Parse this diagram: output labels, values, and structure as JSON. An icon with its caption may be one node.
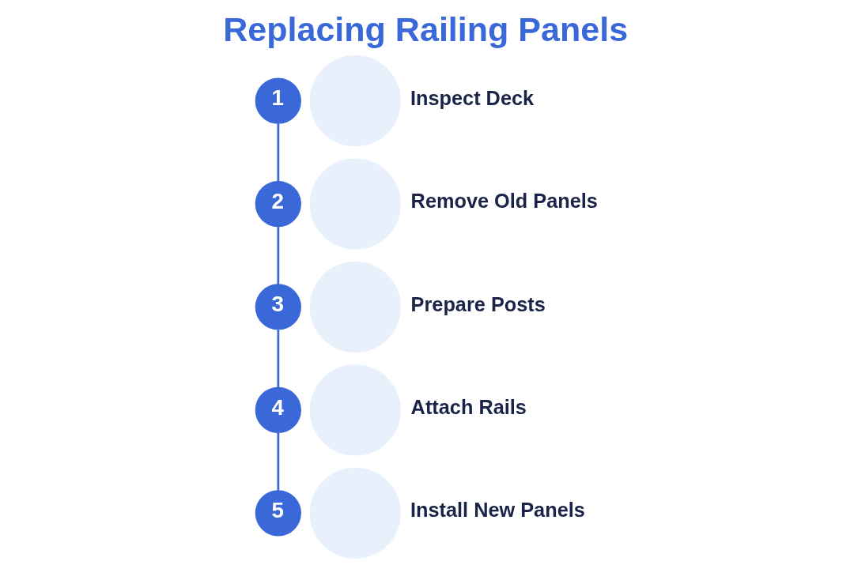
{
  "diagram": {
    "title": "Replacing Railing Panels",
    "nodes": [
      {
        "text": [
          "1"
        ]
      },
      {
        "text": [],
        "shape": "circle",
        "beside": [
          "Inspect Deck"
        ]
      },
      {
        "text": [
          "2"
        ]
      },
      {
        "text": [],
        "shape": "circle",
        "beside": [
          "Remove Old Panels"
        ]
      },
      {
        "text": [
          "3"
        ]
      },
      {
        "text": [],
        "shape": "circle",
        "beside": [
          "Prepare Posts"
        ]
      },
      {
        "text": [
          "4"
        ]
      },
      {
        "text": [],
        "shape": "circle",
        "beside": [
          "Attach Rails"
        ]
      },
      {
        "text": [
          "5"
        ]
      },
      {
        "text": [],
        "shape": "circle",
        "beside": [
          "Install New Panels"
        ]
      }
    ],
    "edges": [
      {
        "from": 0,
        "to": 2,
        "arrow": "none"
      },
      {
        "from": 2,
        "to": 4,
        "arrow": "none"
      },
      {
        "from": 4,
        "to": 6,
        "arrow": "none"
      },
      {
        "from": 6,
        "to": 8,
        "arrow": "none"
      }
    ]
  }
}
